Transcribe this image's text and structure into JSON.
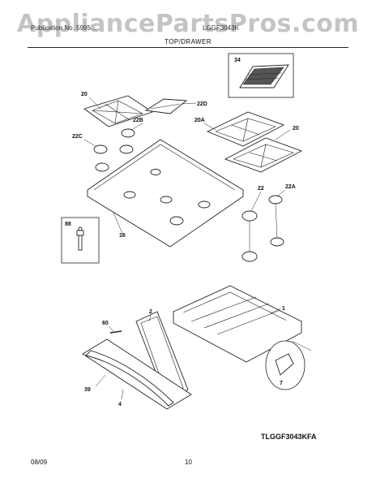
{
  "watermark": "AppliancePartsPros.com",
  "header": {
    "left": "Publication No. 5995 ...",
    "right": "LGGF3043K"
  },
  "section_title": "TOP/DRAWER",
  "callouts": {
    "c20a": "20",
    "c22d": "22D",
    "c22b": "22B",
    "c22c": "22C",
    "c20b": "20A",
    "c20c": "20",
    "c34": "34",
    "c22": "22",
    "c22a": "22A",
    "c16": "16",
    "c88": "88",
    "c60": "60",
    "c2": "2",
    "c1": "1",
    "c39": "39",
    "c4": "4",
    "c7": "7"
  },
  "model_code": "TLGGF3043KFA",
  "footer": {
    "date": "08/09",
    "page": "10"
  }
}
